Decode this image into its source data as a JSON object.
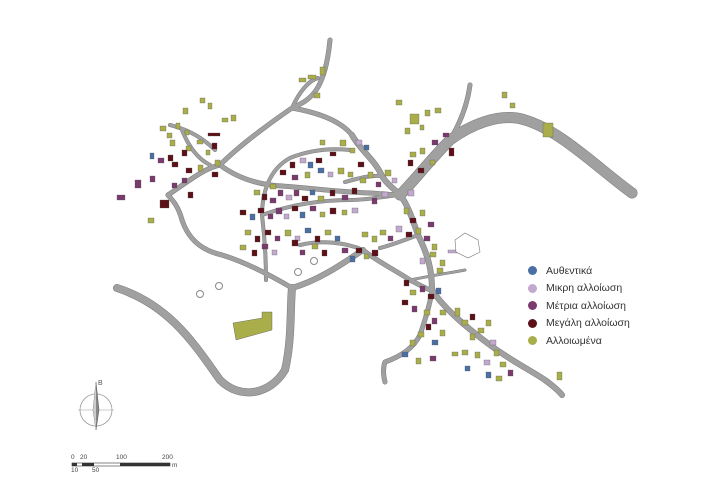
{
  "legend": {
    "items": [
      {
        "label": "Αυθεντικά",
        "color": "#4a6fa5"
      },
      {
        "label": "Μικρη αλλοίωση",
        "color": "#c3a8cf"
      },
      {
        "label": "Μέτρια αλλοίωση",
        "color": "#7b3a6e"
      },
      {
        "label": "Μεγάλη αλλοίωση",
        "color": "#5c1018"
      },
      {
        "label": "Αλλοιωμένα",
        "color": "#a9ae4b"
      }
    ]
  },
  "north_arrow": {
    "label": "Β"
  },
  "scale_bar": {
    "top_labels": [
      "0",
      "20",
      "100",
      "200"
    ],
    "bottom_labels": [
      "10",
      "50"
    ],
    "unit": "m"
  },
  "colors": {
    "road": "#a0a0a0",
    "road_edge": "#7a7a7a",
    "building_outline": "#555555"
  }
}
